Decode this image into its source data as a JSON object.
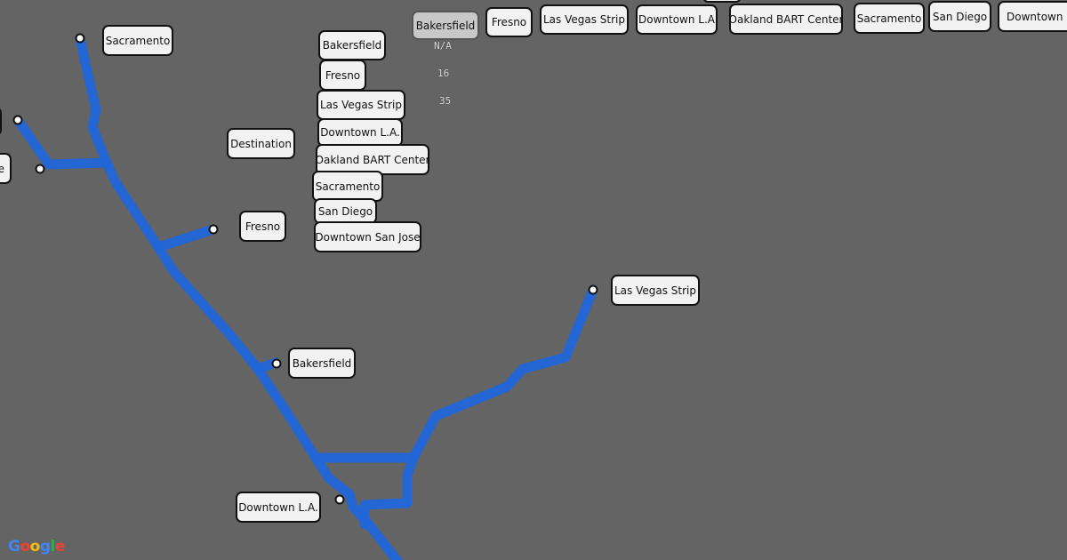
{
  "top_tabs": [
    "Bakersfield",
    "Fresno",
    "Las Vegas Strip",
    "Downtown L.A",
    "Oakland BART Center",
    "Sacramento",
    "San Diego",
    "Downtown San Jose"
  ],
  "selected_tab": "Bakersfield",
  "destination_label": "Destination",
  "destinations": [
    "Bakersfield",
    "Fresno",
    "Las Vegas Strip",
    "Downtown L.A.",
    "Oakland BART Center",
    "Sacramento",
    "San Diego",
    "Downtown San Jose"
  ],
  "values": [
    "N/A",
    "16",
    "35"
  ],
  "map_markers": {
    "sacramento": "Sacramento",
    "fresno": "Fresno",
    "bakersfield": "Bakersfield",
    "las_vegas": "Las Vegas Strip",
    "downtown_la": "Downtown L.A.",
    "partial_left": "e"
  },
  "logo": "Google",
  "colors": {
    "route": "#2166d9",
    "background": "#646464"
  }
}
